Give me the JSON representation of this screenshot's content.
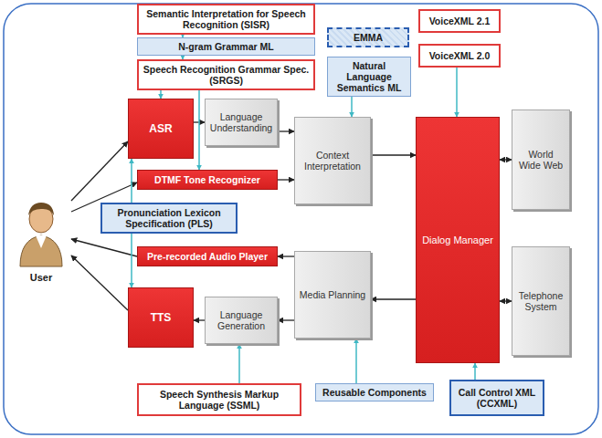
{
  "diagram": {
    "nodes": [
      {
        "text": [
          "Semantic Interpretation for Speech Recognition (SISR)"
        ]
      },
      {
        "text": [
          "N-gram Grammar ML"
        ]
      },
      {
        "text": [
          "EMMA"
        ]
      },
      {
        "text": [
          "VoiceXML 2.1"
        ]
      },
      {
        "text": [
          "Speech Recognition Grammar Spec. (SRGS)"
        ]
      },
      {
        "text": [
          "Natural Language Semantics ML"
        ]
      },
      {
        "text": [
          "VoiceXML 2.0"
        ]
      },
      {
        "text": [
          "ASR"
        ]
      },
      {
        "text": [
          "Language Understanding"
        ]
      },
      {
        "text": [
          "Context Interpretation"
        ]
      },
      {
        "text": [
          "Dialog Manager"
        ]
      },
      {
        "text": [
          "World Wide Web"
        ]
      },
      {
        "text": [
          "DTMF Tone Recognizer"
        ]
      },
      {
        "text": [
          "Pronunciation Lexicon Specification (PLS)"
        ]
      },
      {
        "text": [
          "User"
        ]
      },
      {
        "text": [
          "Telephone System"
        ]
      },
      {
        "text": [
          "Pre-recorded Audio Player"
        ]
      },
      {
        "text": [
          "Media Planning"
        ]
      },
      {
        "text": [
          "TTS"
        ]
      },
      {
        "text": [
          "Language Generation"
        ]
      },
      {
        "text": [
          "Speech Synthesis Markup Language (SSML)"
        ]
      },
      {
        "text": [
          "Reusable Components"
        ]
      },
      {
        "text": [
          "Call Control XML (CCXML)"
        ]
      }
    ],
    "edges": [
      {
        "from": 14,
        "to": 7,
        "arrow": "to"
      },
      {
        "from": 14,
        "to": 12,
        "arrow": "to"
      },
      {
        "from": 16,
        "to": 14,
        "arrow": "to"
      },
      {
        "from": 18,
        "to": 14,
        "arrow": "to"
      },
      {
        "from": 7,
        "to": 8,
        "arrow": "to"
      },
      {
        "from": 8,
        "to": 9,
        "arrow": "to"
      },
      {
        "from": 12,
        "to": 9,
        "arrow": "to"
      },
      {
        "from": 9,
        "to": 10,
        "arrow": "to"
      },
      {
        "from": 10,
        "to": 11,
        "arrow": "both"
      },
      {
        "from": 10,
        "to": 15,
        "arrow": "both"
      },
      {
        "from": 10,
        "to": 17,
        "arrow": "to"
      },
      {
        "from": 17,
        "to": 16,
        "arrow": "to"
      },
      {
        "from": 17,
        "to": 19,
        "arrow": "to"
      },
      {
        "from": 19,
        "to": 18,
        "arrow": "to"
      },
      {
        "from": 0,
        "to": 1,
        "arrow": "to"
      },
      {
        "from": 1,
        "to": 4,
        "arrow": "to"
      },
      {
        "from": 4,
        "to": 7,
        "arrow": "to"
      },
      {
        "from": 4,
        "to": 12,
        "arrow": "to"
      },
      {
        "from": 5,
        "to": 9,
        "arrow": "to"
      },
      {
        "from": 6,
        "to": 10,
        "arrow": "to"
      },
      {
        "from": 13,
        "to": 7,
        "arrow": "to"
      },
      {
        "from": 13,
        "to": 18,
        "arrow": "to"
      },
      {
        "from": 20,
        "to": 19,
        "arrow": "to"
      },
      {
        "from": 21,
        "to": 17,
        "arrow": "to"
      },
      {
        "from": 22,
        "to": 10,
        "arrow": "to"
      }
    ]
  }
}
